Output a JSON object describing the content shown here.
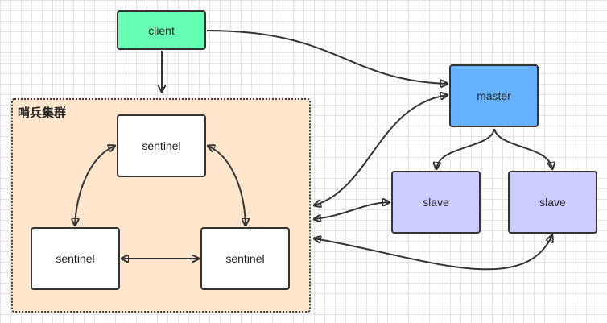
{
  "group": {
    "title": "哨兵集群"
  },
  "nodes": {
    "client": "client",
    "master": "master",
    "slave_1": "slave",
    "slave_2": "slave",
    "sentinel_top": "sentinel",
    "sentinel_left": "sentinel",
    "sentinel_right": "sentinel"
  },
  "colors": {
    "client": "#66ffb3",
    "master": "#66b2ff",
    "slave": "#ccccff",
    "sentinel": "#ffffff",
    "group_fill": "#ffe6cc",
    "edge": "#333333"
  }
}
